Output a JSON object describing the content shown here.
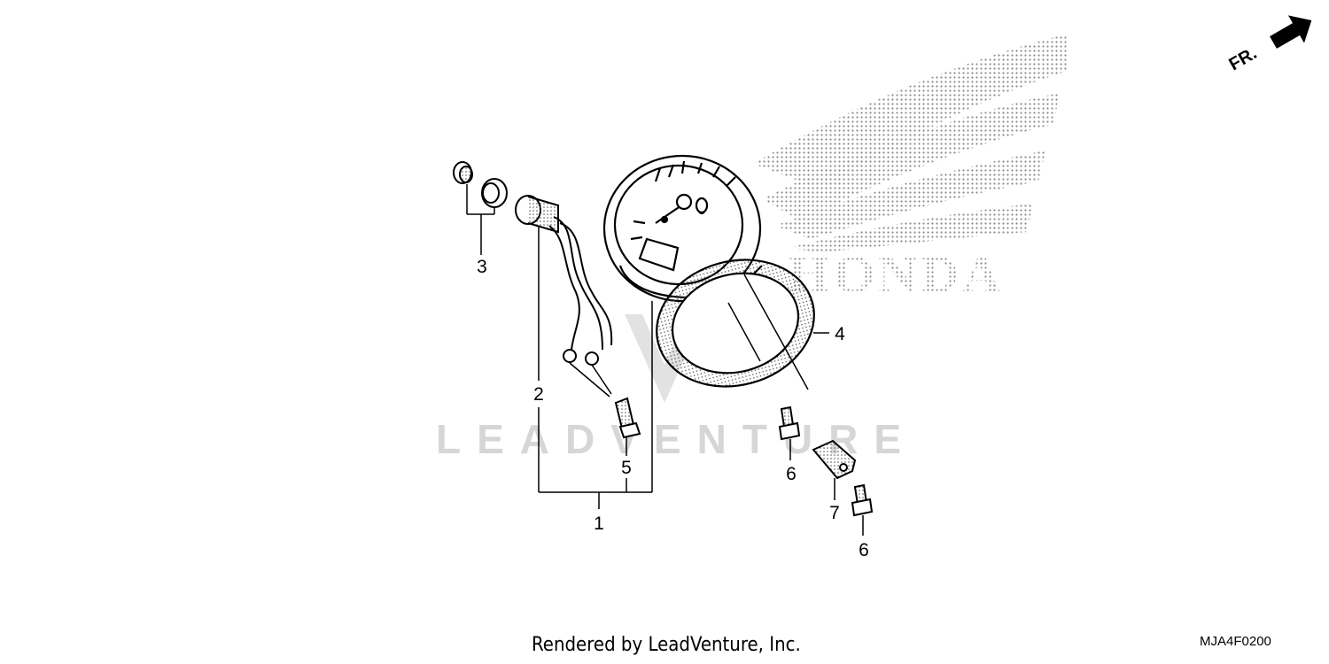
{
  "watermark": {
    "text": "LEADVENTURE",
    "brand": "HONDA"
  },
  "direction_marker": {
    "label": "FR."
  },
  "callouts": [
    {
      "id": "1",
      "label": "1"
    },
    {
      "id": "2",
      "label": "2"
    },
    {
      "id": "3",
      "label": "3"
    },
    {
      "id": "4",
      "label": "4"
    },
    {
      "id": "5",
      "label": "5"
    },
    {
      "id": "6a",
      "label": "6"
    },
    {
      "id": "6b",
      "label": "6"
    },
    {
      "id": "7",
      "label": "7"
    }
  ],
  "footer": {
    "credit": "Rendered by LeadVenture, Inc.",
    "diagram_code": "MJA4F0200"
  }
}
